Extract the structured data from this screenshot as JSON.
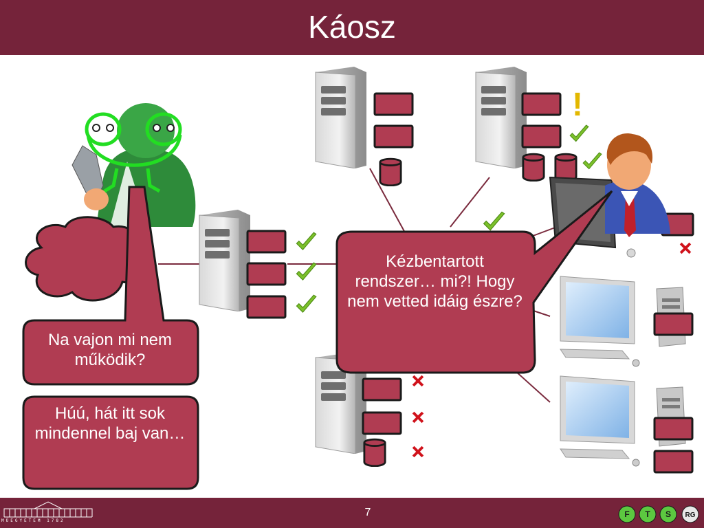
{
  "slide": {
    "title": "Káosz",
    "page_number": "7"
  },
  "bubbles": {
    "admin_question": "Na vajon mi nem működik?",
    "admin_lament": "Húú, hát itt sok mindennel baj van…",
    "user_complaint": "Kézbentartott rendszer… mi?! Hogy nem vetted idáig észre?"
  },
  "logos": {
    "university_caption": "MŰEGYETEM 1782",
    "group_letters": [
      "F",
      "T",
      "S",
      "RG"
    ]
  },
  "colors": {
    "brand": "#75233a",
    "box_fill": "#b03c52",
    "check": "#7cc12b",
    "cross": "#d0121b",
    "warning": "#e3b800"
  }
}
